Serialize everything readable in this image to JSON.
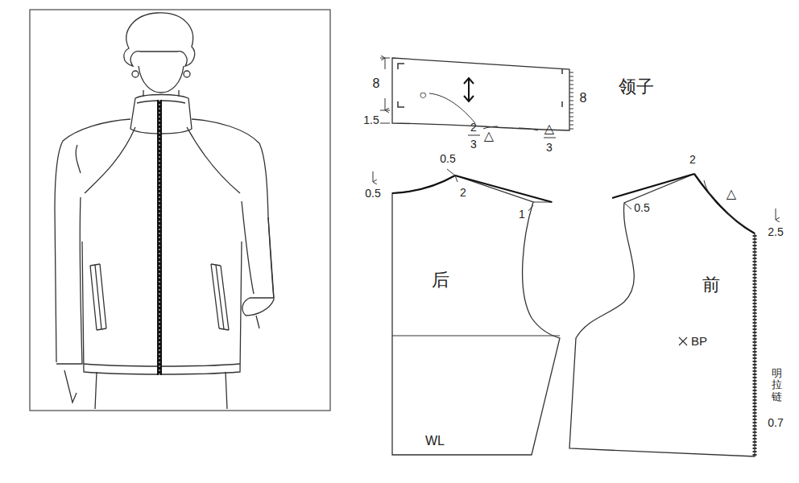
{
  "diagram": {
    "nodes": [
      {
        "text": [
          "○"
        ]
      },
      {
        "text": [
          "后",
          "WL"
        ]
      },
      {
        "text": [
          "前",
          "BP"
        ]
      }
    ],
    "labels": [
      "领子",
      "8",
      "1.5",
      "8",
      "2",
      "3",
      "△",
      "△",
      "3",
      "0.5",
      "2",
      "0.5",
      "1",
      "0.5",
      "2",
      "△",
      "2.5",
      "明拉链",
      "0.7"
    ]
  }
}
